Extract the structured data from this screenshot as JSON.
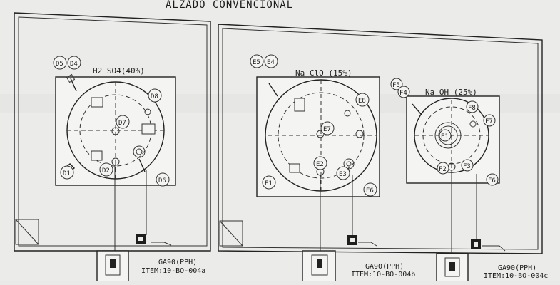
{
  "title": "ALZADO CONVENCIONAL",
  "tanks": [
    {
      "label": "H2 SO4(40%)",
      "pump": "GA90(PPH)",
      "item": "ITEM:10-BO-004a",
      "nozzles": [
        "D5",
        "D4",
        "D8",
        "D7",
        "D1",
        "D2",
        "D6"
      ]
    },
    {
      "label": "Na ClO (15%)",
      "pump": "GA90(PPH)",
      "item": "ITEM:10-BO-004b",
      "nozzles": [
        "E5",
        "E4",
        "E8",
        "E7",
        "E2",
        "E1",
        "E3",
        "E6"
      ]
    },
    {
      "label": "Na OH (25%)",
      "pump": "GA90(PPH)",
      "item": "ITEM:10-BO-004c",
      "nozzles": [
        "F5",
        "F4",
        "F8",
        "F7",
        "E1",
        "F2",
        "F3",
        "F6"
      ]
    }
  ]
}
